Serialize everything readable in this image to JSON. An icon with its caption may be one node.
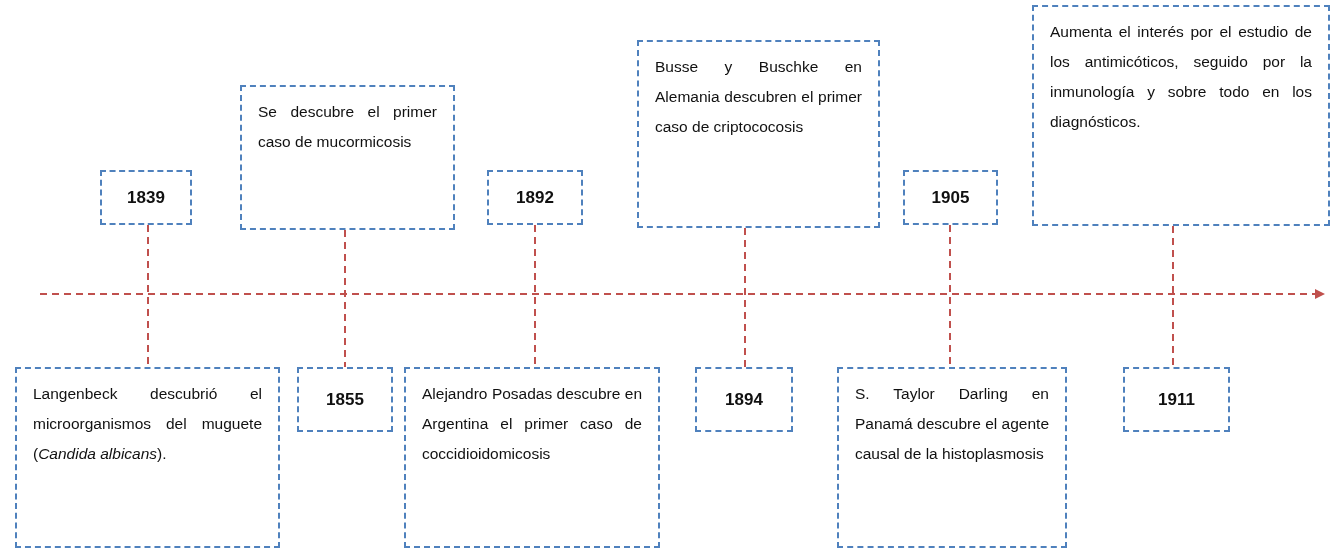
{
  "diagram": {
    "nodes": [
      {
        "text": [
          "1839"
        ]
      },
      {
        "text": [
          "Langenbeck descubrió el microorganismos del muguete (*Candida albicans*)."
        ]
      },
      {
        "text": [
          "Se descubre el primer caso de mucormicosis"
        ]
      },
      {
        "text": [
          "1855"
        ]
      },
      {
        "text": [
          "1892"
        ]
      },
      {
        "text": [
          "Alejandro Posadas descubre en Argentina el primer caso de coccidioidomicosis"
        ]
      },
      {
        "text": [
          "Busse y Buschke en Alemania descubren el primer caso de criptococosis"
        ]
      },
      {
        "text": [
          "1894"
        ]
      },
      {
        "text": [
          "1905"
        ]
      },
      {
        "text": [
          "S. Taylor Darling en Panamá descubre el agente causal de la histoplasmosis"
        ]
      },
      {
        "text": [
          "Aumenta el interés por el estudio de los antimicóticos, seguido por la inmunología y sobre todo en los diagnósticos."
        ]
      },
      {
        "text": [
          "1911"
        ]
      }
    ],
    "edges": [
      {
        "from": 0,
        "to": 1,
        "arrow": "none",
        "style": "dashed"
      },
      {
        "from": 2,
        "to": 3,
        "arrow": "none",
        "style": "dashed"
      },
      {
        "from": 4,
        "to": 5,
        "arrow": "none",
        "style": "dashed"
      },
      {
        "from": 6,
        "to": 7,
        "arrow": "none",
        "style": "dashed"
      },
      {
        "from": 8,
        "to": 9,
        "arrow": "none",
        "style": "dashed"
      },
      {
        "from": 10,
        "to": 11,
        "arrow": "none",
        "style": "dashed"
      }
    ]
  }
}
